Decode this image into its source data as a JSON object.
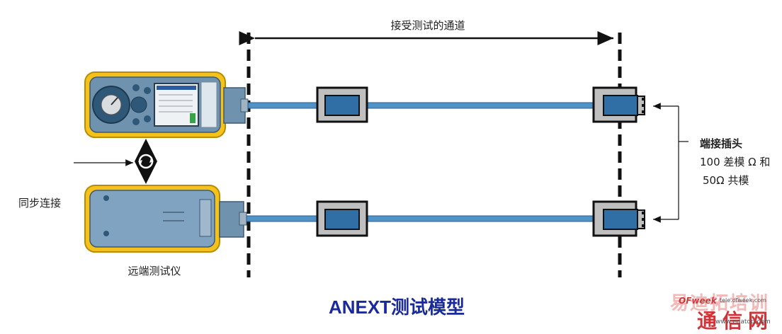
{
  "labels": {
    "channel": "接受测试的通道",
    "sync": "同步连接",
    "remote": "远端测试仪",
    "terminator_title": "端接插头",
    "terminator_line1": "100 差模 Ω 和",
    "terminator_line2": "50Ω 共模",
    "main_title": "ANEXT测试模型"
  },
  "watermark": {
    "top": "易迪拓培训",
    "brand": "OFweek",
    "url_top": "tele.ofweek.com",
    "bottom": "通信网",
    "url_bottom": "www.edatop.com"
  },
  "colors": {
    "cable": "#4f93c9",
    "device_yellow": "#f4c21a",
    "device_body": "#7fa3c0",
    "plug_gray": "#bfbfbf",
    "jack_blue": "#2f6fa6",
    "title_blue": "#1a2a9a"
  }
}
